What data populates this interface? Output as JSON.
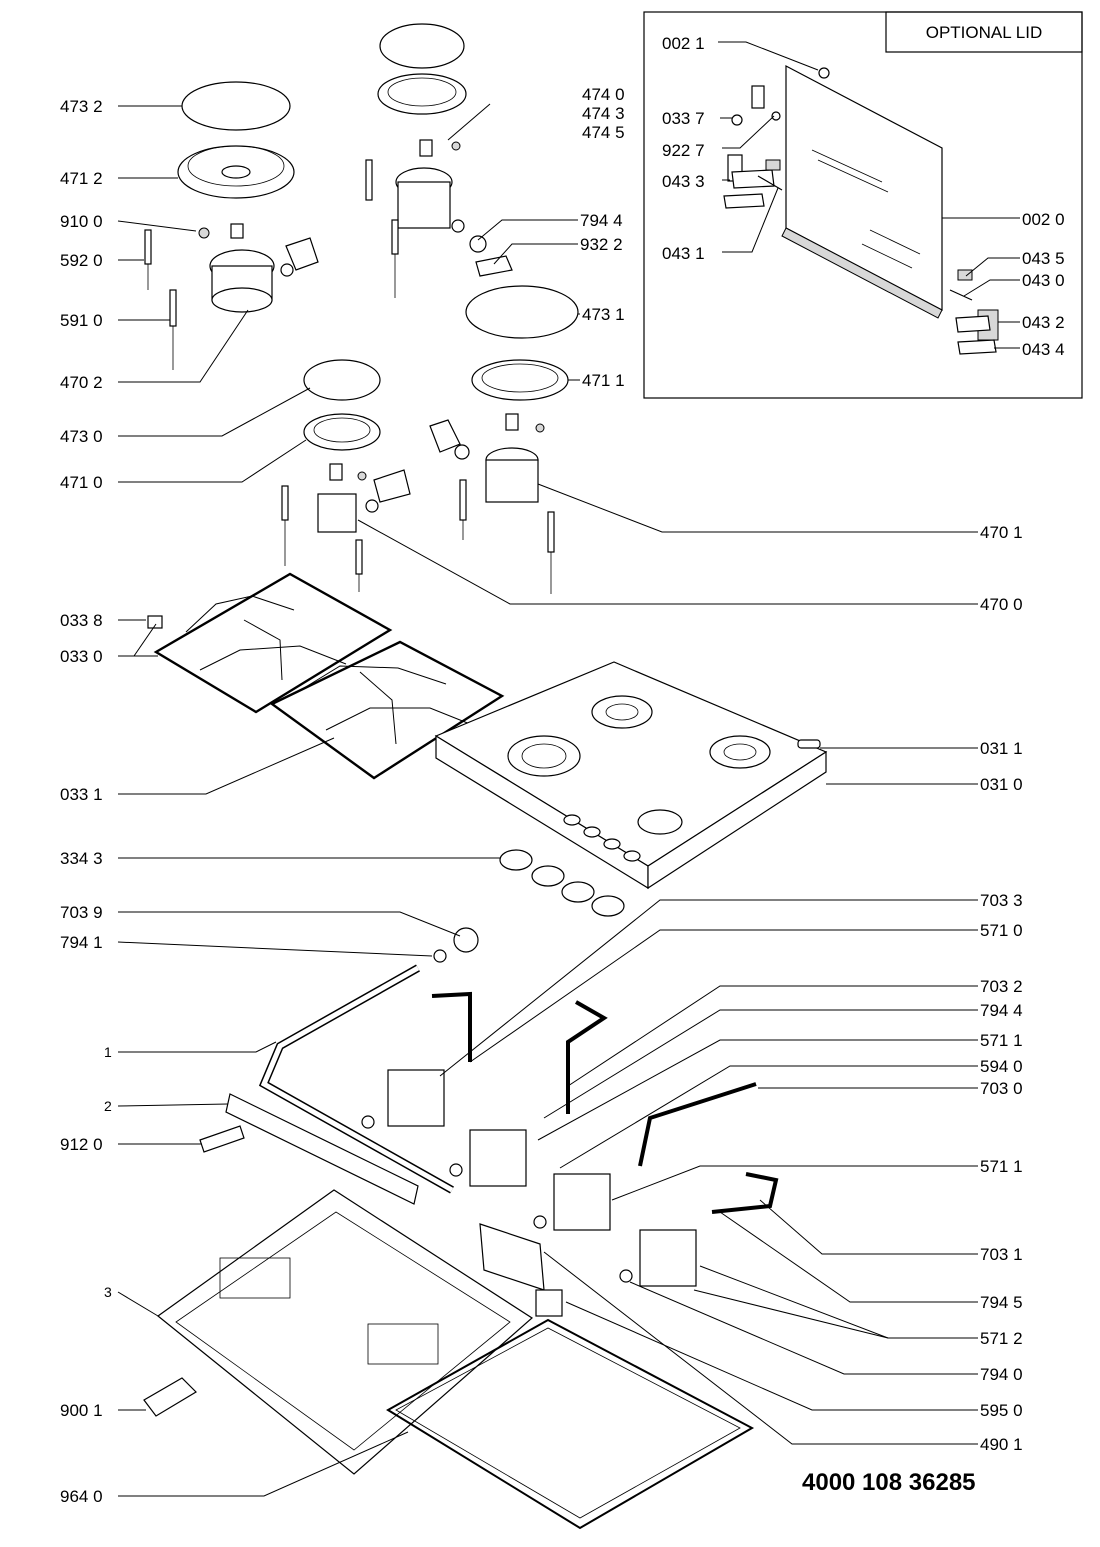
{
  "lid_title": "OPTIONAL LID",
  "document_number": "4000 108 36285",
  "labels": {
    "l0021": "002 1",
    "l0337": "033 7",
    "l9227": "922 7",
    "l0433": "043 3",
    "l0431": "043 1",
    "l0020": "002 0",
    "l0435": "043 5",
    "l0430": "043 0",
    "l0432": "043 2",
    "l0434": "043 4",
    "l4732": "473 2",
    "l4712": "471 2",
    "l9100": "910 0",
    "l5920": "592 0",
    "l5910": "591 0",
    "l4702": "470 2",
    "l4740": "474 0",
    "l4743": "474 3",
    "l4745": "474 5",
    "l7944a": "794 4",
    "l9322": "932 2",
    "l4731": "473 1",
    "l4711": "471 1",
    "l4730": "473 0",
    "l4710": "471 0",
    "l4701": "470 1",
    "l4700": "470 0",
    "l0338": "033 8",
    "l0330": "033 0",
    "l0311": "031 1",
    "l0310": "031 0",
    "l0331": "033 1",
    "l3343": "334 3",
    "l7039": "703 9",
    "l7941": "794 1",
    "l7033": "703 3",
    "l5710": "571 0",
    "l7032": "703 2",
    "l7944b": "794 4",
    "l5711a": "571 1",
    "l5940": "594 0",
    "l1": "1",
    "l2": "2",
    "l7030": "703 0",
    "l9120": "912 0",
    "l5711b": "571 1",
    "l7031": "703 1",
    "l3": "3",
    "l7945": "794 5",
    "l5712": "571 2",
    "l7940": "794 0",
    "l9001": "900 1",
    "l5950": "595 0",
    "l4901": "490 1",
    "l9640": "964 0"
  }
}
